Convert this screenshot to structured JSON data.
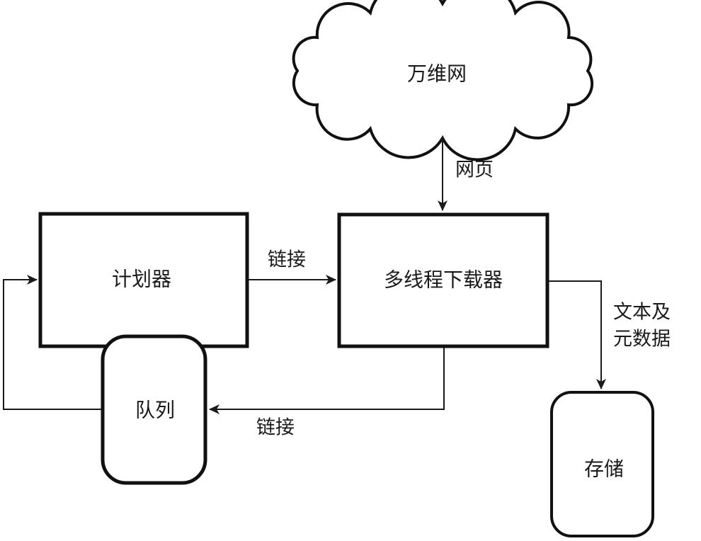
{
  "diagram": {
    "type": "flowchart",
    "subject": "web-crawler-architecture",
    "nodes": {
      "web": {
        "label": "万维网",
        "shape": "cloud"
      },
      "planner": {
        "label": "计划器",
        "shape": "rectangle"
      },
      "downloader": {
        "label": "多线程下载器",
        "shape": "rectangle"
      },
      "queue": {
        "label": "队列",
        "shape": "rounded-rectangle"
      },
      "storage": {
        "label": "存储",
        "shape": "rounded-rectangle"
      }
    },
    "edges": {
      "webpages": {
        "label": "网页",
        "from": "web",
        "to": "downloader"
      },
      "links_top": {
        "label": "链接",
        "from": "planner",
        "to": "downloader"
      },
      "links_bottom": {
        "label": "链接",
        "from": "downloader",
        "to": "queue"
      },
      "queue_feedback": {
        "label": "",
        "from": "queue",
        "to": "planner"
      },
      "text_metadata": {
        "lines": [
          "文本及",
          "元数据"
        ],
        "from": "downloader",
        "to": "storage"
      }
    },
    "colors": {
      "line": "#1a1a1a",
      "node_border": "#111111",
      "background": "#ffffff",
      "text": "#1a1a1a"
    }
  }
}
